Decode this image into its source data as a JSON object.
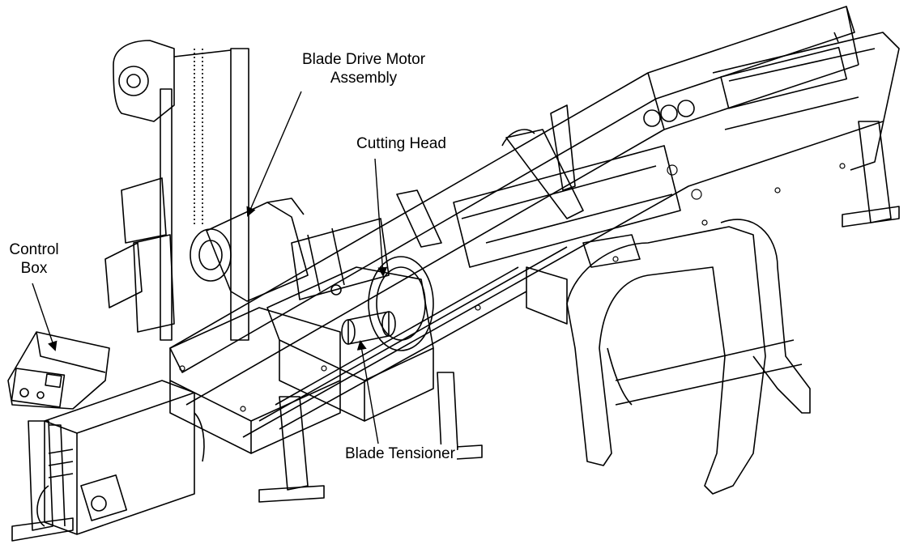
{
  "callouts": {
    "blade_drive_motor_line1": "Blade Drive Motor",
    "blade_drive_motor_line2": "Assembly",
    "cutting_head": "Cutting Head",
    "control_box_line1": "Control",
    "control_box_line2": "Box",
    "blade_tensioner": "Blade Tensioner"
  }
}
